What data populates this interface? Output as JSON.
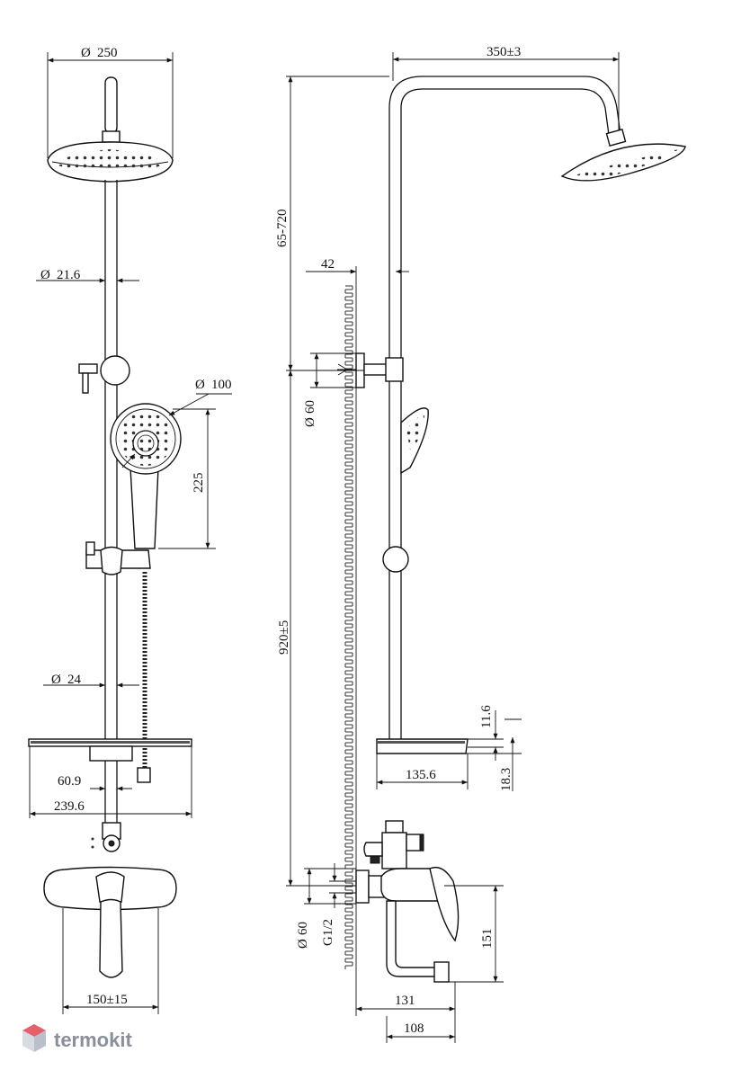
{
  "brand": {
    "name": "termokit",
    "logo_color": "#e4606b"
  },
  "front_view": {
    "head_diameter": "250",
    "pipe_diameter_top": "21.6",
    "hand_shower_diameter": "100",
    "hand_shower_height": "225",
    "pipe_diameter_lower": "24",
    "shelf_offset": "60.9",
    "shelf_width": "239.6",
    "mixer_spacing": "150±15"
  },
  "side_view": {
    "arm_reach": "350±3",
    "height_adjust": "65-720",
    "wall_offset": "42",
    "flange_diameter_top": "60",
    "column_height": "920±5",
    "shelf_thickness": "11.6",
    "shelf_depth": "135.6",
    "shelf_height": "18.3",
    "flange_diameter_bottom": "60",
    "thread": "G1/2",
    "mixer_height": "151",
    "spout_reach": "131",
    "spout_offset": "108"
  }
}
